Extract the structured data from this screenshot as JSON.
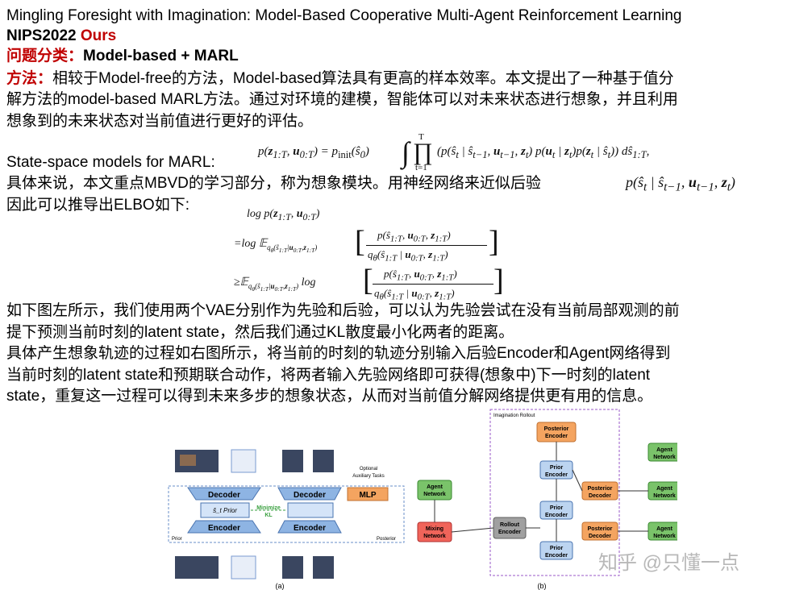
{
  "title": "Mingling Foresight with Imagination: Model-Based Cooperative Multi-Agent Reinforcement Learning",
  "venue": "NIPS2022",
  "ours": "Ours",
  "category": {
    "label": "问题分类：",
    "value": "Model-based + MARL"
  },
  "method": {
    "label": "方法：",
    "line1": "相较于Model-free的方法，Model-based算法具有更高的样本效率。本文提出了一种基于值分",
    "line2": "解方法的model-based MARL方法。通过对环境的建模，智能体可以对未来状态进行想象，并且利用",
    "line3": "想象到的未来状态对当前值进行更好的评估。"
  },
  "ssm_label": "State-space models for MARL:",
  "detail_line1": "具体来说，本文重点MBVD的学习部分，称为想象模块。用神经网络来近似后验",
  "detail_line2": "因此可以推导出ELBO如下:",
  "para2": {
    "line1": "如下图左所示，我们使用两个VAE分别作为先验和后验，可以认为先验尝试在没有当前局部观测的前",
    "line2": "提下预测当前时刻的latent state，然后我们通过KL散度最小化两者的距离。"
  },
  "para3": {
    "line1": "具体产生想象轨迹的过程如右图所示，将当前的时刻的轨迹分别输入后验Encoder和Agent网络得到",
    "line2": "当前时刻的latent state和预期联合动作，将两者输入先验网络即可获得(想象中)下一时刻的latent",
    "line3": "state，重复这一过程可以得到未来多步的想象状态，从而对当前值分解网络提供更有用的信息。"
  },
  "figure_a": {
    "decoder": "Decoder",
    "encoder": "Encoder",
    "mlp": "MLP",
    "minimize": "Minimize",
    "kl": "KL",
    "optional": "Optional",
    "aux": "Auxiliary Tasks",
    "prior": "Prior",
    "posterior": "Posterior",
    "caption": "(a)"
  },
  "figure_b": {
    "rollout_title": "Imagination Rollout",
    "posterior_encoder": [
      "Posterior",
      "Encoder"
    ],
    "prior_encoder": [
      "Prior",
      "Encoder"
    ],
    "posterior_decoder": [
      "Posterior",
      "Decoder"
    ],
    "agent_network": [
      "Agent",
      "Network"
    ],
    "mixing_network": [
      "Mixing",
      "Network"
    ],
    "rollout_encoder": [
      "Rollout",
      "Encoder"
    ],
    "caption": "(b)"
  },
  "watermark": "知乎 @只懂一点",
  "colors": {
    "red": "#c00000",
    "decoder_blue": "#8eb4e3",
    "encoder_blue": "#8eb4e3",
    "mlp_orange": "#f4a460",
    "agent_green": "#7ac36a",
    "mixing_red": "#f0645a",
    "rollout_gray": "#a0a0a0",
    "prior_light_blue": "#bcd4f0"
  }
}
